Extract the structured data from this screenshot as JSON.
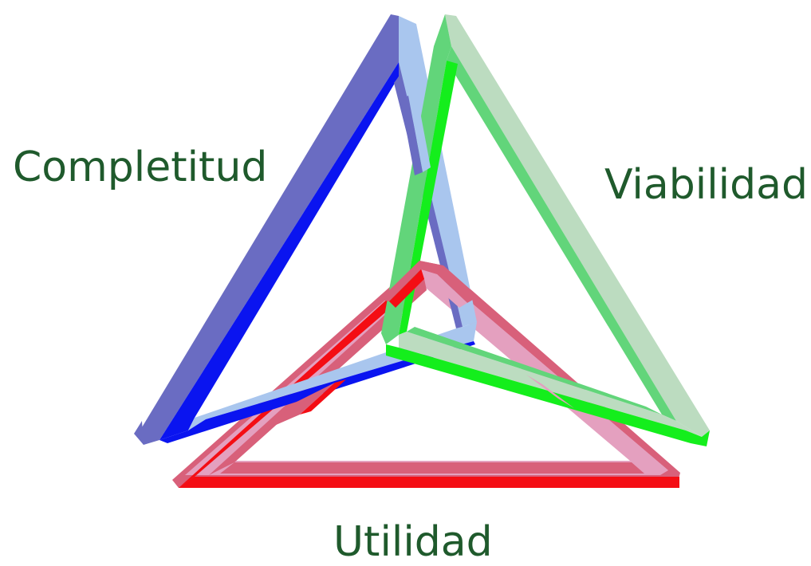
{
  "diagram": {
    "labels": {
      "completitud": "Completitud",
      "viabilidad": "Viabilidad",
      "utilidad": "Utilidad"
    },
    "triangles": [
      {
        "name": "completitud",
        "colors": {
          "light": "#a9c6ee",
          "dark": "#6a6cc2",
          "bright": "#0a14f0"
        }
      },
      {
        "name": "viabilidad",
        "colors": {
          "light": "#bcdcc0",
          "dark": "#62d57a",
          "bright": "#14ee1c"
        }
      },
      {
        "name": "utilidad",
        "colors": {
          "light": "#e4a0bf",
          "dark": "#d8607a",
          "bright": "#f40d14"
        }
      }
    ],
    "label_color": "#1f5a2c"
  }
}
